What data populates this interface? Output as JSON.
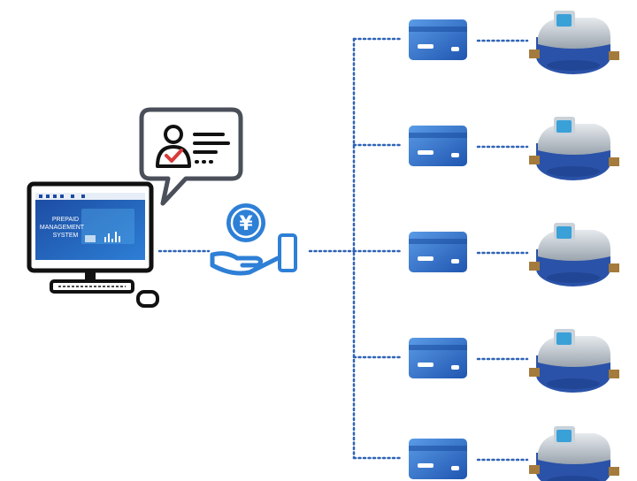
{
  "computer": {
    "screen_lines": [
      "PREPAID",
      "MANAGEMENT",
      "SYSTEM"
    ]
  },
  "payment": {
    "currency_symbol": "¥"
  },
  "branches": [
    {
      "card": "card-icon",
      "meter": "water-meter-icon"
    },
    {
      "card": "card-icon",
      "meter": "water-meter-icon"
    },
    {
      "card": "card-icon",
      "meter": "water-meter-icon"
    },
    {
      "card": "card-icon",
      "meter": "water-meter-icon"
    },
    {
      "card": "card-icon",
      "meter": "water-meter-icon"
    }
  ],
  "colors": {
    "connector": "#2f63b5",
    "card_dark": "#1f55b0",
    "card_light": "#5a9be6",
    "meter_blue": "#2a52a8",
    "coin": "#2e7fd6",
    "outline": "#111111",
    "bubble": "#4a4f5a",
    "check": "#d93a3a"
  }
}
